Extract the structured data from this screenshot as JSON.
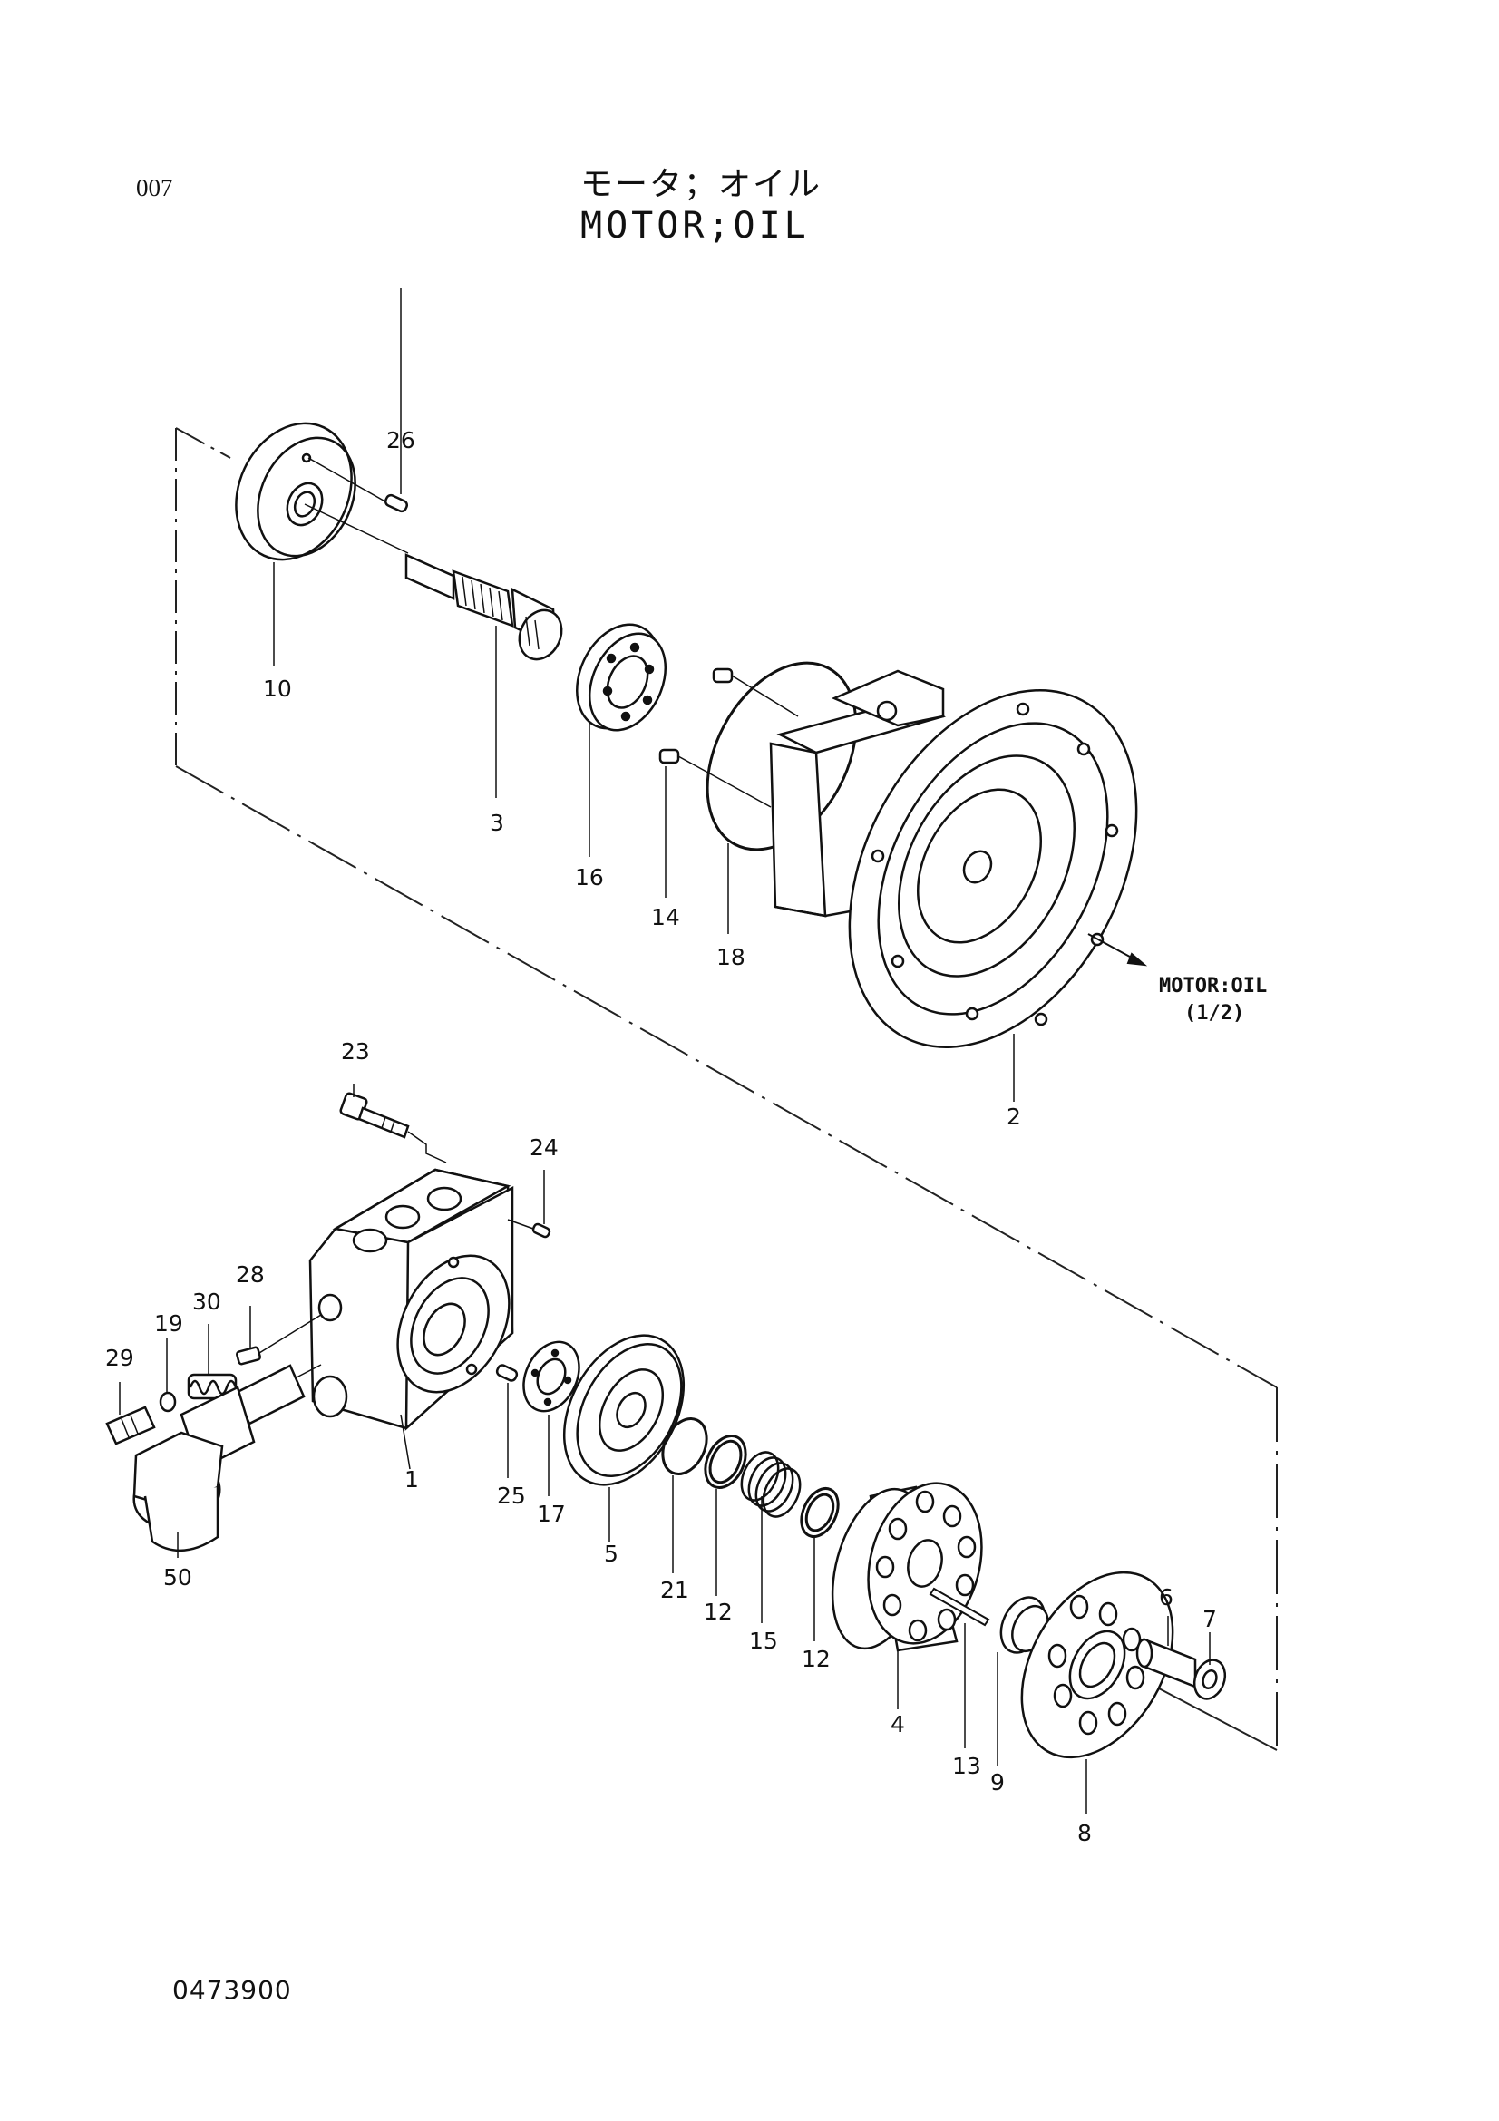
{
  "header": {
    "page_number": "007",
    "title_jp": "モータ；オイル",
    "title_en": "MOTOR;OIL"
  },
  "cross_reference": {
    "line1": "MOTOR:OIL",
    "line2": "(1/2)"
  },
  "callouts": {
    "c1": "1",
    "c2": "2",
    "c3": "3",
    "c4": "4",
    "c5": "5",
    "c6": "6",
    "c7": "7",
    "c8": "8",
    "c9": "9",
    "c10": "10",
    "c12a": "12",
    "c12b": "12",
    "c13": "13",
    "c14": "14",
    "c15": "15",
    "c16": "16",
    "c17": "17",
    "c18": "18",
    "c19": "19",
    "c21": "21",
    "c23": "23",
    "c24": "24",
    "c25": "25",
    "c26": "26",
    "c28": "28",
    "c29": "29",
    "c30": "30",
    "c50": "50"
  },
  "footer": {
    "drawing_code": "0473900"
  }
}
